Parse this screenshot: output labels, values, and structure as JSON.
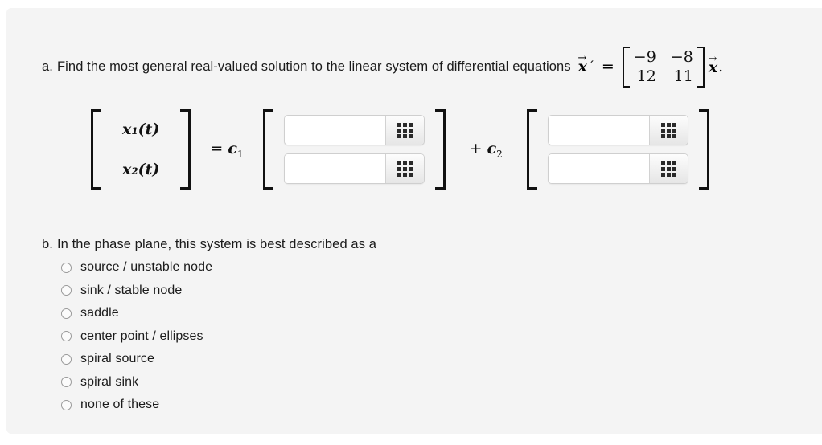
{
  "part_a": {
    "marker": "a.",
    "prompt": "Find the most general real-valued solution to the linear system of differential equations",
    "unknown": "x",
    "prime": "′",
    "equals": "=",
    "coefficient_matrix": {
      "rows": [
        [
          "−9",
          "−8"
        ],
        [
          "12",
          "11"
        ]
      ]
    },
    "trailing_vector": "x",
    "trailing_period": ".",
    "solution": {
      "lhs_entries": [
        "x₁(t)",
        "x₂(t)"
      ],
      "equals_c1": "=",
      "c1_symbol": "c",
      "c1_sub": "1",
      "plus": "+",
      "c2_symbol": "c",
      "c2_sub": "2",
      "fields": [
        {
          "name": "c1-row1",
          "value": "",
          "placeholder": ""
        },
        {
          "name": "c1-row2",
          "value": "",
          "placeholder": ""
        },
        {
          "name": "c2-row1",
          "value": "",
          "placeholder": ""
        },
        {
          "name": "c2-row2",
          "value": "",
          "placeholder": ""
        }
      ],
      "palette_icon": "grid-3x3-icon"
    }
  },
  "part_b": {
    "marker": "b.",
    "prompt": "In the phase plane, this system is best described as a",
    "options": [
      {
        "label": "source / unstable node",
        "selected": false
      },
      {
        "label": "sink / stable node",
        "selected": false
      },
      {
        "label": "saddle",
        "selected": false
      },
      {
        "label": "center point / ellipses",
        "selected": false
      },
      {
        "label": "spiral source",
        "selected": false
      },
      {
        "label": "spiral sink",
        "selected": false
      },
      {
        "label": "none of these",
        "selected": false
      }
    ]
  },
  "colors": {
    "page_background": "#ffffff",
    "panel_background": "#f4f4f4",
    "text": "#1b1b1b",
    "field_border": "#cfcfcf",
    "radio_border": "#9a9a9a"
  }
}
